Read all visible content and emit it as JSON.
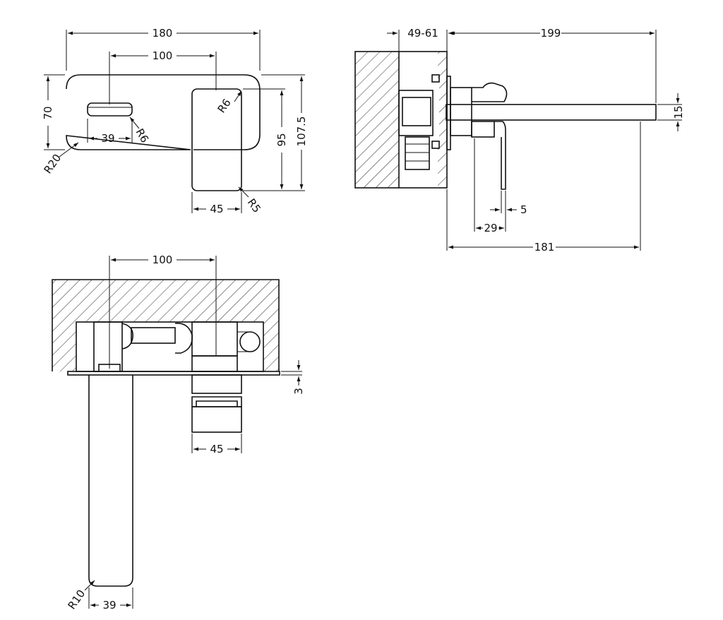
{
  "front_view": {
    "dims": {
      "overall_width": "180",
      "centres": "100",
      "height": "70",
      "spout_width": "39",
      "spout_radius": "R6",
      "plate_radius": "R20",
      "handle_radius_top": "R6",
      "handle_height": "95",
      "total_height": "107.5",
      "handle_width": "45",
      "handle_radius_bottom": "R5"
    }
  },
  "side_view": {
    "dims": {
      "wall_depth": "49-61",
      "spout_projection": "199",
      "spout_thickness": "15",
      "handle_thickness": "5",
      "handle_offset": "29",
      "total_projection": "181"
    }
  },
  "top_view": {
    "dims": {
      "centres": "100",
      "plate_gap": "3",
      "handle_width": "45",
      "spout_radius": "R10",
      "spout_width": "39"
    }
  },
  "colors": {
    "line": "#111111",
    "background": "#ffffff"
  }
}
